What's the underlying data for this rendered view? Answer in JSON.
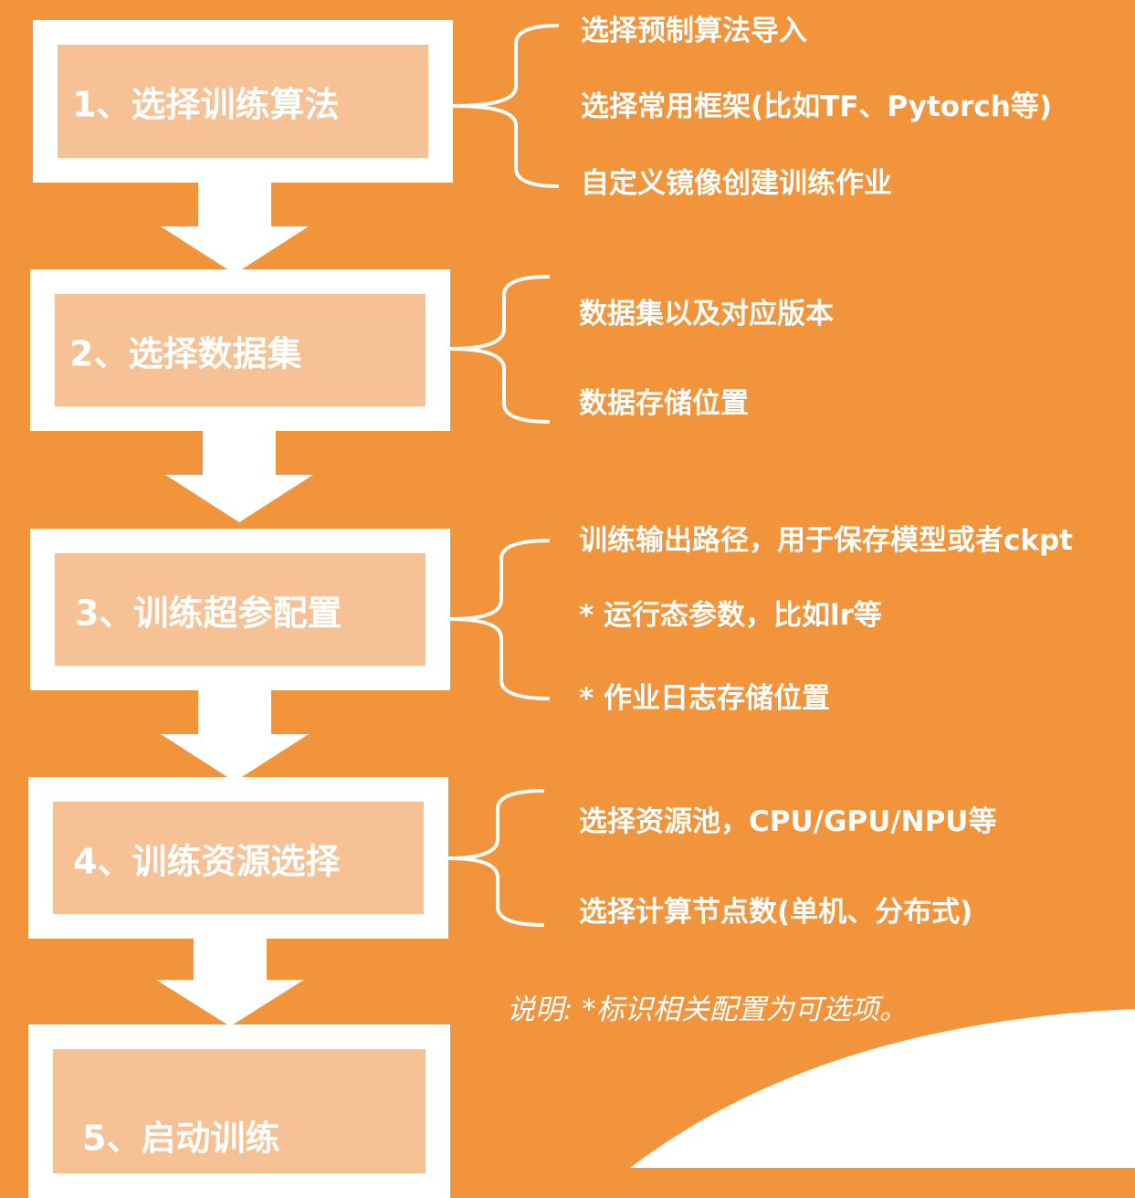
{
  "colors": {
    "background": "#F2943C",
    "box_fill": "#F6C195",
    "white": "#FFFFFF"
  },
  "steps": [
    {
      "label": "1、选择训练算法",
      "items": [
        "选择预制算法导入",
        "选择常用框架(比如TF、Pytorch等)",
        "自定义镜像创建训练作业"
      ]
    },
    {
      "label": "2、选择数据集",
      "items": [
        "数据集以及对应版本",
        "数据存储位置"
      ]
    },
    {
      "label": "3、训练超参配置",
      "items": [
        "训练输出路径，用于保存模型或者ckpt",
        "* 运行态参数，比如lr等",
        "* 作业日志存储位置"
      ]
    },
    {
      "label": "4、训练资源选择",
      "items": [
        "选择资源池，CPU/GPU/NPU等",
        "选择计算节点数(单机、分布式)"
      ]
    },
    {
      "label": "5、启动训练",
      "items": []
    }
  ],
  "note": "说明: *标识相关配置为可选项。"
}
